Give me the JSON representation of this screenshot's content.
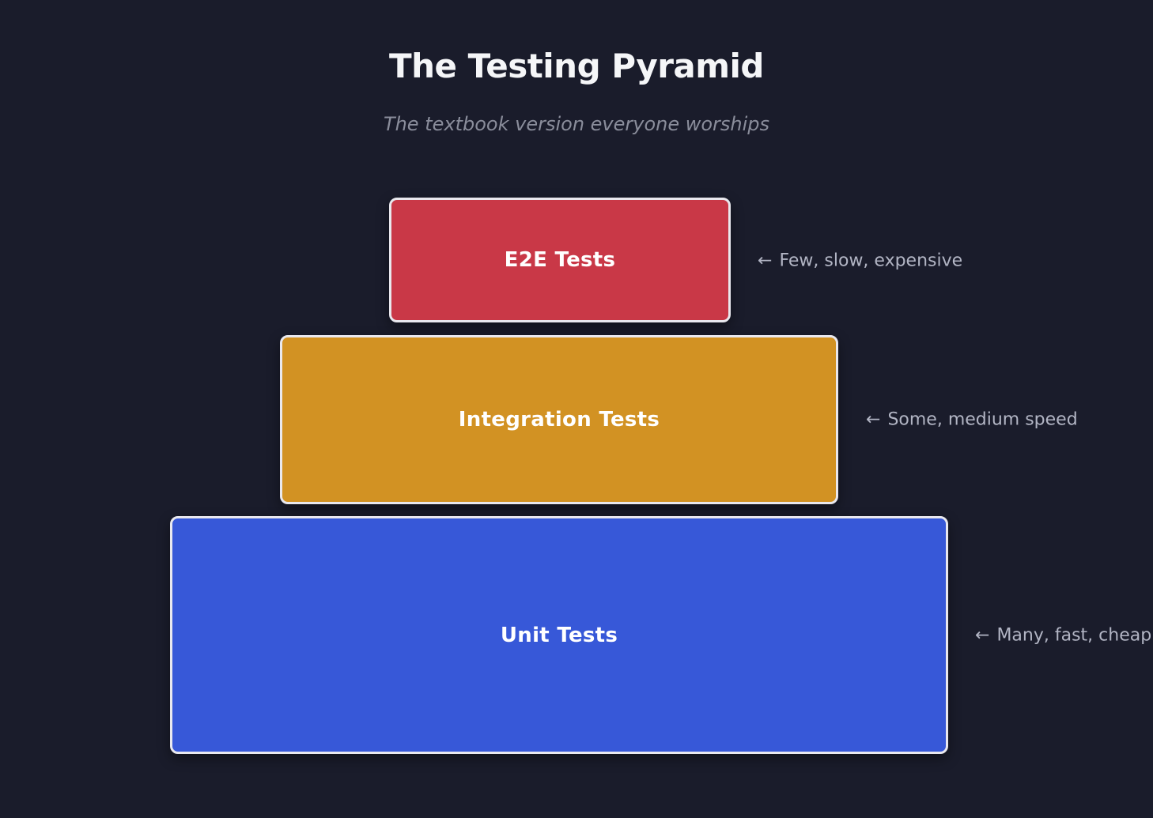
{
  "header": {
    "title": "The Testing Pyramid",
    "subtitle": "The textbook version everyone worships"
  },
  "colors": {
    "background": "#1a1c2b",
    "box_border": "#e9e8ee",
    "title_text": "#f5f6f8",
    "subtitle_text": "#8a8d9b",
    "annotation_text": "#b2b5c4",
    "e2e_red": "#c93847",
    "integration_orange": "#d29223",
    "unit_blue": "#3758d8"
  },
  "pyramid": {
    "levels": [
      {
        "id": "e2e",
        "label": "E2E Tests",
        "arrow": "←",
        "annotation": "Few, slow, expensive",
        "color": "#c93847"
      },
      {
        "id": "integration",
        "label": "Integration Tests",
        "arrow": "←",
        "annotation": "Some, medium speed",
        "color": "#d29223"
      },
      {
        "id": "unit",
        "label": "Unit Tests",
        "arrow": "←",
        "annotation": "Many, fast, cheap",
        "color": "#3758d8"
      }
    ]
  }
}
